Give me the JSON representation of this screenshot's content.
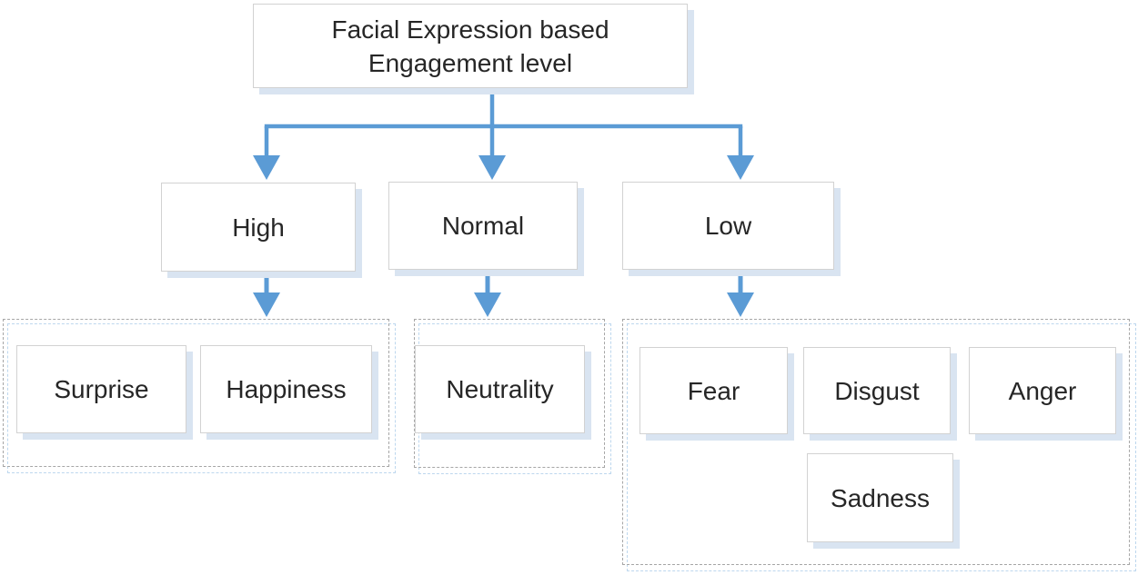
{
  "diagram_type": "flowchart",
  "colors": {
    "connector": "#5b9bd5",
    "node_fill": "#ffffff",
    "node_border": "#d2d2d2",
    "node_shadow": "#d9e4f1",
    "group_border": "#a6a6a6",
    "group_shadow": "#bdd7ee",
    "text": "#262626",
    "background": "#ffffff"
  },
  "nodes": {
    "root": {
      "line1": "Facial Expression based",
      "line2": "Engagement level"
    },
    "high": "High",
    "normal": "Normal",
    "low": "Low",
    "surprise": "Surprise",
    "happiness": "Happiness",
    "neutrality": "Neutrality",
    "fear": "Fear",
    "disgust": "Disgust",
    "anger": "Anger",
    "sadness": "Sadness"
  },
  "hierarchy": {
    "root": "Facial Expression based Engagement level",
    "children": [
      {
        "label": "High",
        "emotions": [
          "Surprise",
          "Happiness"
        ]
      },
      {
        "label": "Normal",
        "emotions": [
          "Neutrality"
        ]
      },
      {
        "label": "Low",
        "emotions": [
          "Fear",
          "Disgust",
          "Anger",
          "Sadness"
        ]
      }
    ]
  }
}
